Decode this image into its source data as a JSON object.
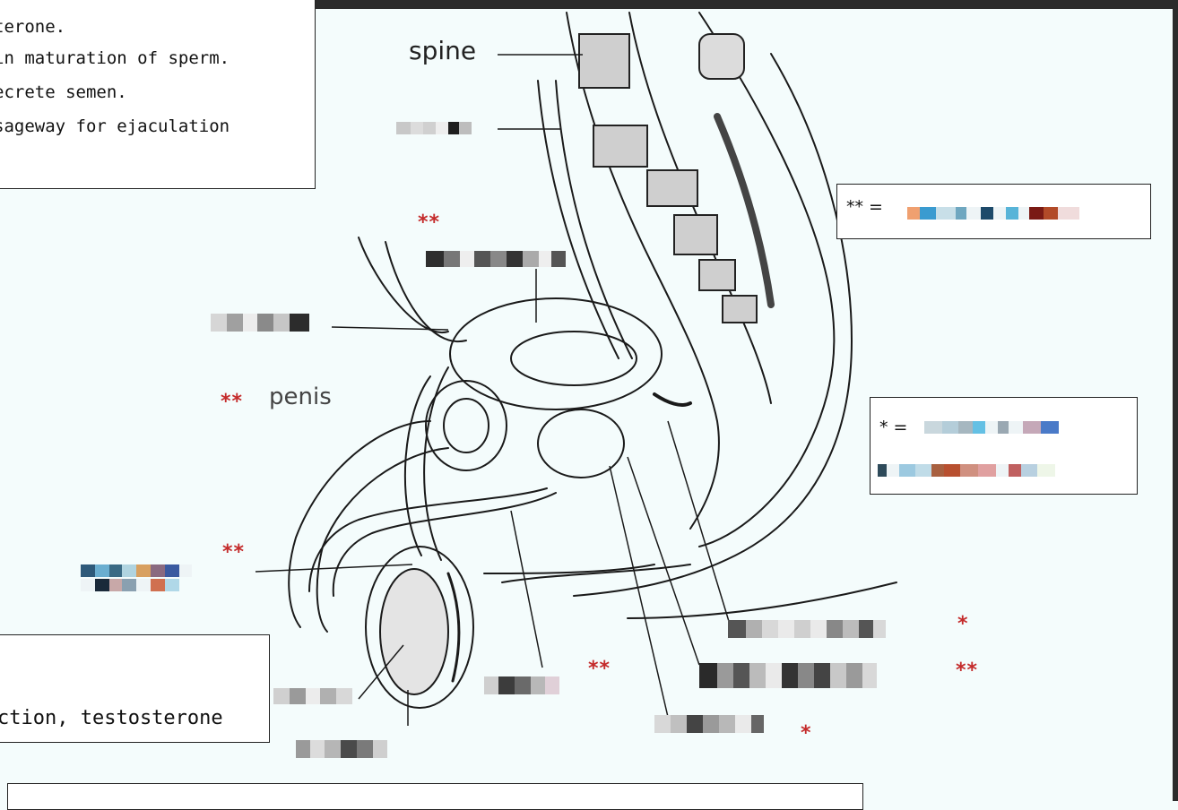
{
  "colors": {
    "background": "#f4fcfc",
    "frame": "#2b2b2b",
    "asterisk": "#c42b2b",
    "line": "#1a1a1a"
  },
  "top_box": {
    "lines": [
      "terone.",
      "in maturation of sperm.",
      "ecrete semen.",
      "sageway for ejaculation"
    ]
  },
  "labels": {
    "spine": "spine",
    "penis": "penis"
  },
  "key_double": {
    "text": "** ="
  },
  "key_single": {
    "text": "* ="
  },
  "bottom_box": {
    "line": "ction, testosterone"
  },
  "markers": {
    "double": "**",
    "single": "*"
  }
}
